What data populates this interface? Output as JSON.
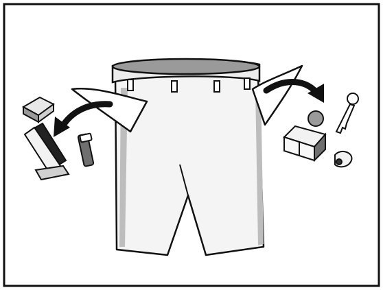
{
  "illustration": {
    "subject": "",
    "left_pocket_items": [
      "coin-purse",
      "smartphone",
      "lip-balm"
    ],
    "right_pocket_items": [
      "key",
      "coin",
      "wallet",
      "earbud"
    ]
  }
}
